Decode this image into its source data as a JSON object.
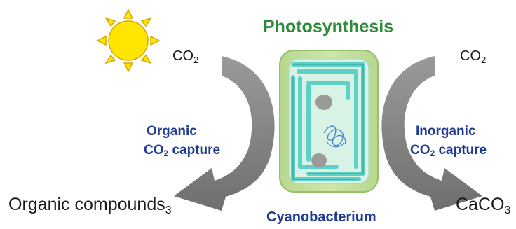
{
  "title": "Photosynthesis",
  "cell_label": "Cyanobacterium",
  "left_input": {
    "main": "CO",
    "sub": "2"
  },
  "right_input": {
    "main": "CO",
    "sub": "2"
  },
  "left_process": {
    "line1": "Organic",
    "line2_main": "CO",
    "line2_sub": "2",
    "line2_rest": " capture"
  },
  "right_process": {
    "line1": "Inorganic",
    "line2_main": "CO",
    "line2_sub": "2",
    "line2_rest": " capture"
  },
  "left_output": {
    "main": "Organic compounds",
    "sub": "3"
  },
  "right_output": {
    "main": "CaCO",
    "sub": "3"
  },
  "colors": {
    "sun_fill": "#ffe600",
    "sun_stroke": "#d9a800",
    "arrow_gray": "#8c8c8c",
    "cell_wall": "#a9d18e",
    "cell_inner": "#d9f2e6",
    "thylakoid": "#66d9cf",
    "title_green": "#2e8b3a",
    "label_blue": "#1f3a93"
  }
}
